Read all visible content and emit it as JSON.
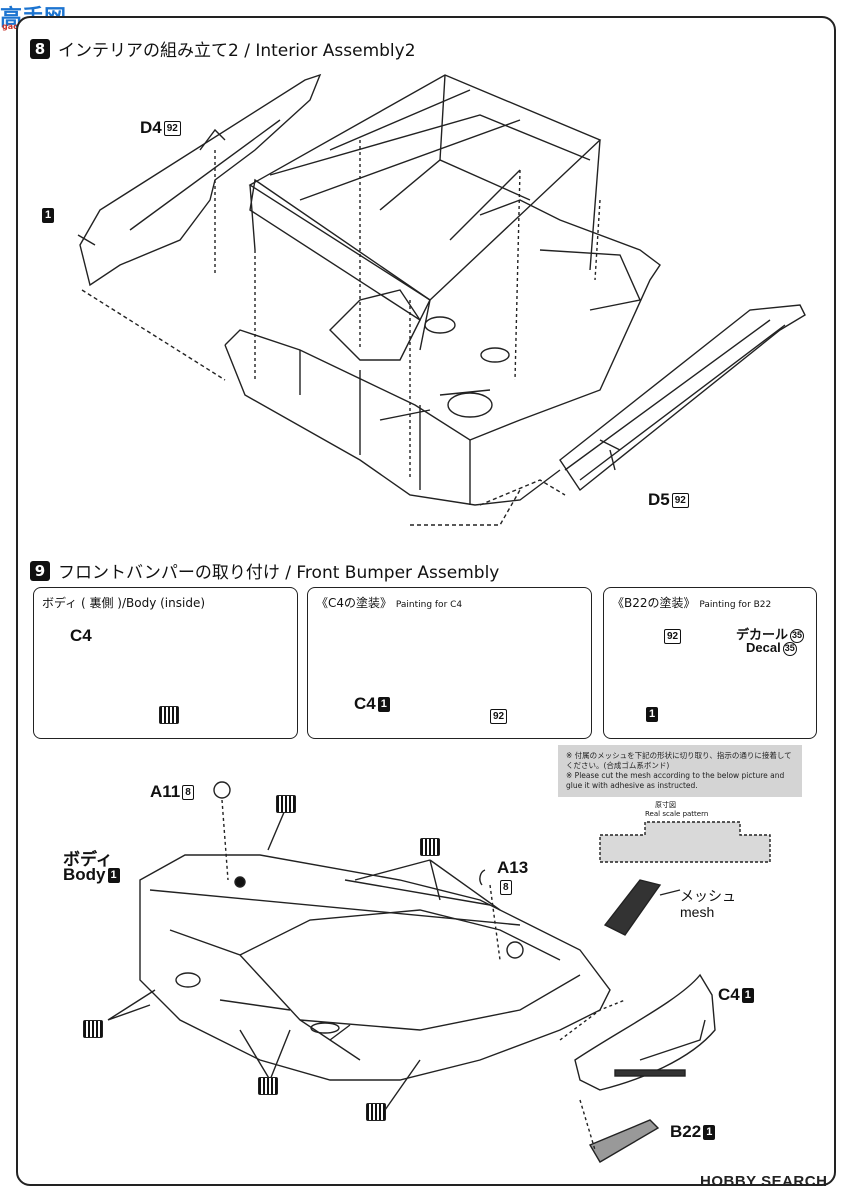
{
  "watermark": {
    "main": "高手网",
    "sub": "gao-shou.com"
  },
  "step8": {
    "number": "8",
    "title": "インテリアの組み立て2 / Interior Assembly2",
    "labels": {
      "d4": "D4",
      "d4_code": "92",
      "one": "1",
      "d5": "D5",
      "d5_code": "92"
    }
  },
  "step9": {
    "number": "9",
    "title": "フロントバンパーの取り付け / Front Bumper Assembly",
    "panels": [
      {
        "title": "ボディ ( 裏側 )/Body (inside)",
        "sub": "",
        "label": "C4"
      },
      {
        "title": "《C4の塗装》",
        "sub": "Painting for C4",
        "label": "C4",
        "code1": "1",
        "code2": "92"
      },
      {
        "title": "《B22の塗装》",
        "sub": "Painting for B22",
        "code92": "92",
        "decal_jp": "デカール",
        "decal_en": "Decal",
        "decal_num": "35",
        "code1": "1"
      }
    ],
    "note": {
      "line1": "※ 付属のメッシュを下記の形状に切り取り、指示の通りに接着してください。(合成ゴム系ボンド)",
      "line2": "※ Please cut the mesh according to the below picture and glue it with adhesive as instructed.",
      "scale_jp": "原寸図",
      "scale_en": "Real scale pattern"
    },
    "labels": {
      "a11": "A11",
      "a11_code": "8",
      "body_jp": "ボディ",
      "body_en": "Body",
      "body_code": "1",
      "a13": "A13",
      "a13_code": "8",
      "mesh_jp": "メッシュ",
      "mesh_en": "mesh",
      "c4": "C4",
      "c4_code": "1",
      "b22": "B22",
      "b22_code": "1"
    }
  },
  "footer": {
    "brand": "HOBBY SEARCH"
  }
}
